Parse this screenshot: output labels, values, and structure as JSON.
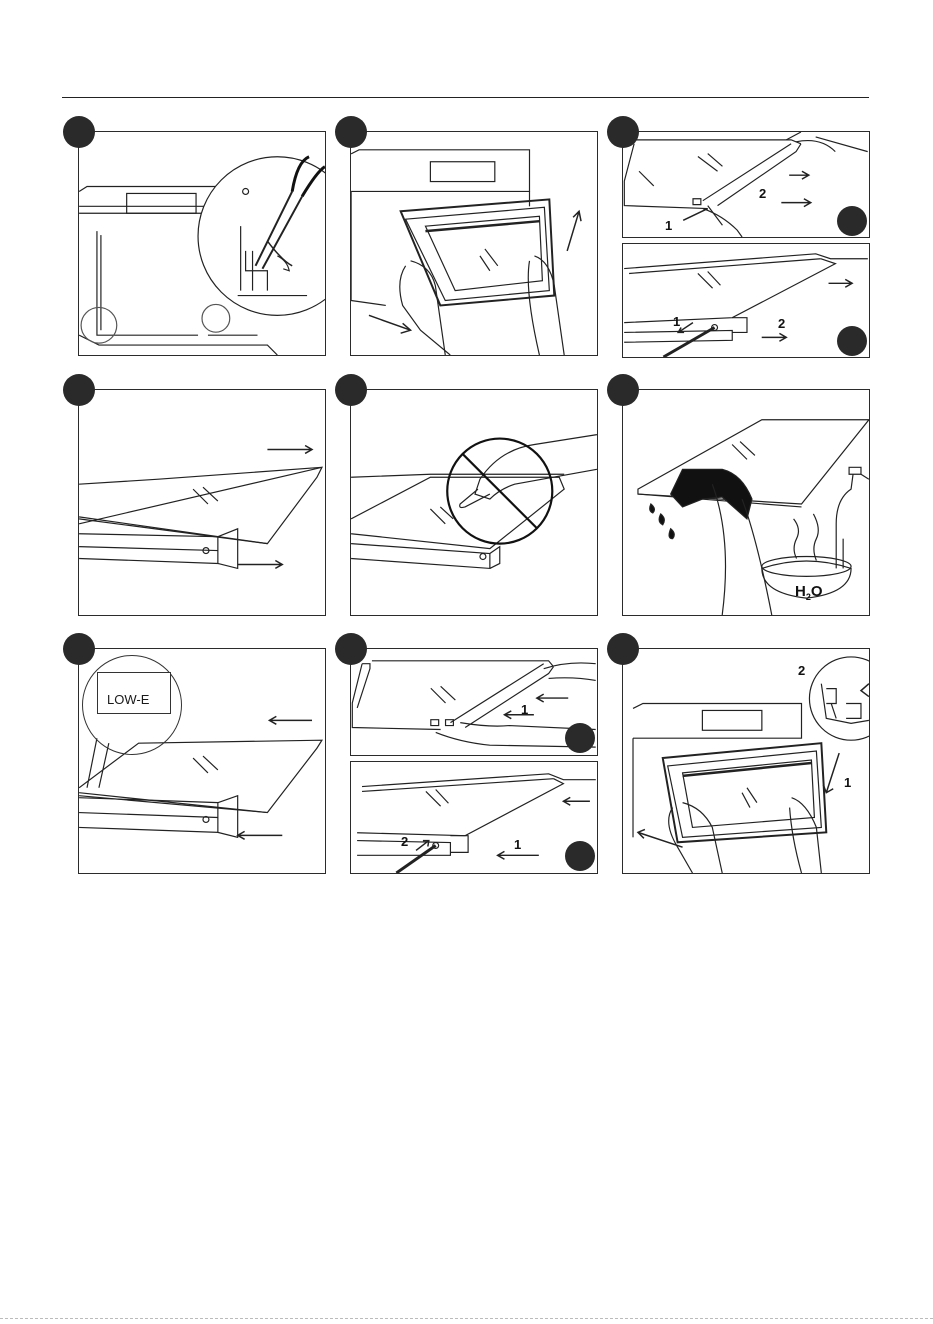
{
  "labels": {
    "one": "1",
    "two": "2",
    "lowe": "LOW-E",
    "h2o_h": "H",
    "h2o_sub": "2",
    "h2o_o": "O"
  },
  "colors": {
    "line": "#2b2b2b",
    "step_circle": "#2a2a2a",
    "background": "#ffffff"
  },
  "icons": [
    "pliers-icon",
    "prohibited-icon",
    "detergent-bottle-icon",
    "water-bowl-icon",
    "cloth-icon",
    "arrow-icon",
    "hand-icon"
  ]
}
